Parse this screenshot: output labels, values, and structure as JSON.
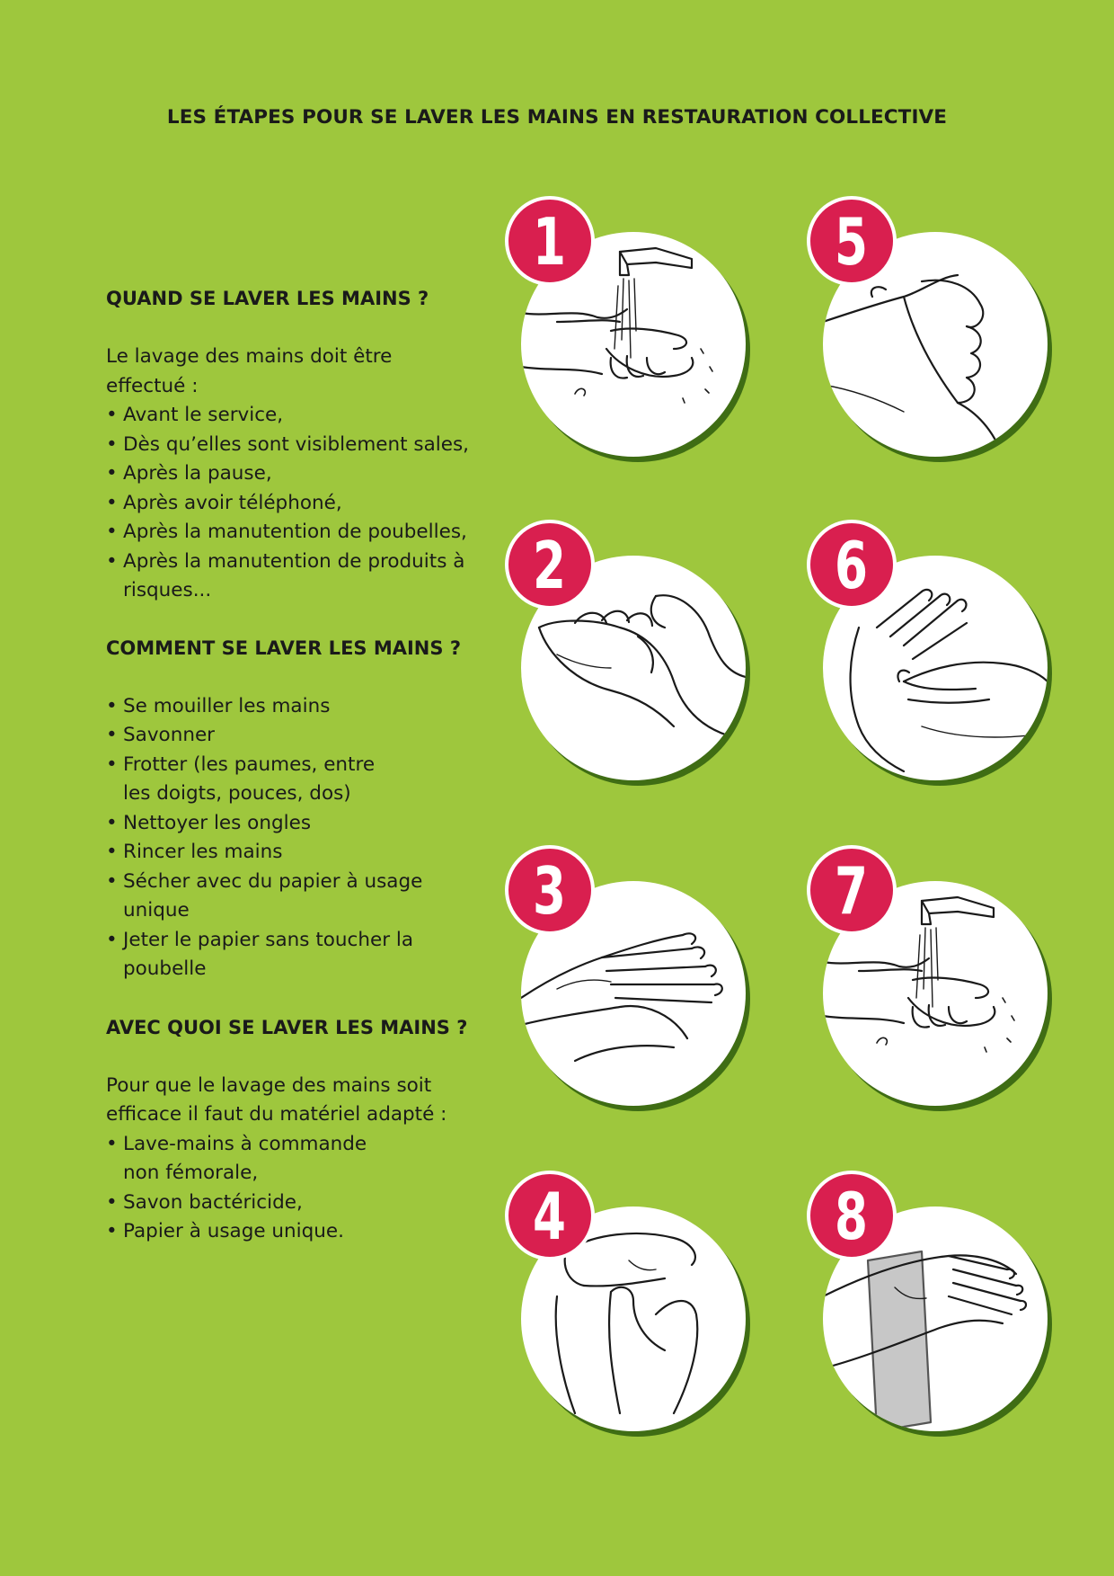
{
  "page": {
    "title": "LES ÉTAPES POUR SE LAVER LES MAINS EN RESTAURATION COLLECTIVE",
    "background_color": "#9ec73d",
    "badge_color": "#d91f4f"
  },
  "sections": {
    "when": {
      "heading": "QUAND SE LAVER LES MAINS ?",
      "intro_lines": [
        "Le lavage des mains doit être",
        "effectué :"
      ],
      "items": [
        "Avant le service,",
        "Dès qu’elles sont visiblement sales,",
        "Après la pause,",
        "Après avoir téléphoné,",
        "Après la manutention de poubelles,",
        "Après la manutention de produits à risques..."
      ]
    },
    "how": {
      "heading": "COMMENT SE LAVER LES MAINS ?",
      "items": [
        "Se mouiller les mains",
        "Savonner",
        "Frotter (les paumes, entre les doigts, pouces, dos)",
        "Nettoyer les ongles",
        "Rincer les mains",
        "Sécher avec du papier à usage unique",
        "Jeter le papier sans toucher la poubelle"
      ]
    },
    "with_what": {
      "heading": "AVEC QUOI SE LAVER LES MAINS ?",
      "intro_lines": [
        "Pour que le lavage des mains soit",
        "efficace il faut du matériel adapté :"
      ],
      "items": [
        "Lave-mains à commande non fémorale,",
        "Savon bactéricide,",
        "Papier à usage unique."
      ]
    }
  },
  "steps": [
    {
      "number": "1",
      "icon": "rinse-hands-under-tap-icon"
    },
    {
      "number": "2",
      "icon": "rub-palms-icon"
    },
    {
      "number": "3",
      "icon": "interlace-fingers-icon"
    },
    {
      "number": "4",
      "icon": "rub-back-of-hands-icon"
    },
    {
      "number": "5",
      "icon": "clean-fingertips-icon"
    },
    {
      "number": "6",
      "icon": "rub-between-fingers-icon"
    },
    {
      "number": "7",
      "icon": "rinse-hands-under-tap-icon"
    },
    {
      "number": "8",
      "icon": "dry-with-paper-towel-icon"
    }
  ]
}
